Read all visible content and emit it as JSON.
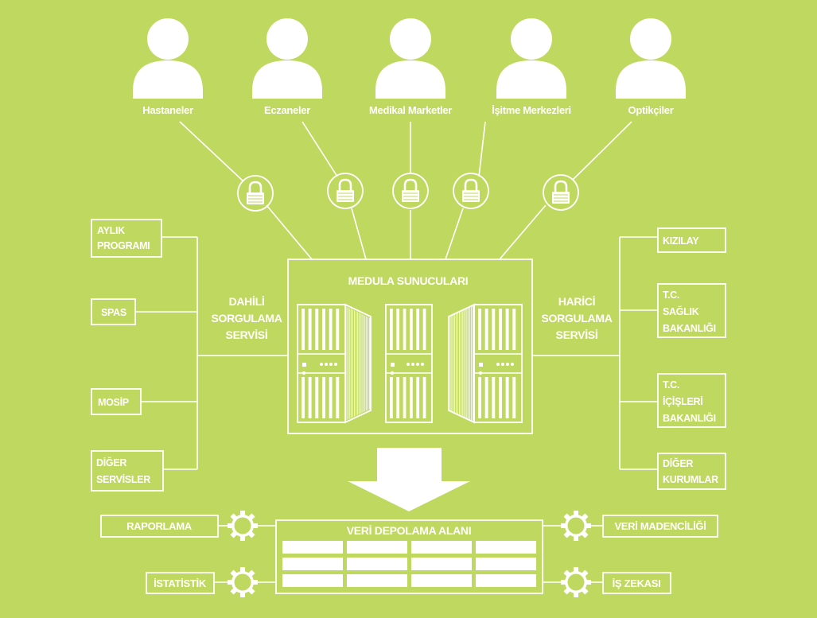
{
  "colors": {
    "background": "#bfd85f",
    "foreground": "#ffffff"
  },
  "users": [
    "Hastaneler",
    "Eczaneler",
    "Medikal Marketler",
    "İşitme Merkezleri",
    "Optikçiler"
  ],
  "center": {
    "title": "MEDULA SUNUCULARI"
  },
  "internal_service": {
    "lines": [
      "DAHİLİ",
      "SORGULAMA",
      "SERVİSİ"
    ]
  },
  "external_service": {
    "lines": [
      "HARİCİ",
      "SORGULAMA",
      "SERVİSİ"
    ]
  },
  "internal_sources": [
    {
      "lines": [
        "AYLIK",
        "PROGRAMI"
      ]
    },
    {
      "lines": [
        "SPAS"
      ]
    },
    {
      "lines": [
        "MOSİP"
      ]
    },
    {
      "lines": [
        "DİĞER",
        "SERVİSLER"
      ]
    }
  ],
  "external_sources": [
    {
      "lines": [
        "KIZILAY"
      ]
    },
    {
      "lines": [
        "T.C.",
        "SAĞLIK",
        "BAKANLIĞI"
      ]
    },
    {
      "lines": [
        "T.C.",
        "İÇİŞLERİ",
        "BAKANLIĞI"
      ]
    },
    {
      "lines": [
        "DİĞER",
        "KURUMLAR"
      ]
    }
  ],
  "storage": {
    "title": "VERİ DEPOLAMA ALANI"
  },
  "outputs": [
    "RAPORLAMA",
    "İSTATİSTİK",
    "VERİ MADENCİLİĞİ",
    "İŞ ZEKASI"
  ],
  "icons": [
    "user-icon",
    "lock-icon",
    "server-icon",
    "arrow-down-icon",
    "gear-icon"
  ]
}
